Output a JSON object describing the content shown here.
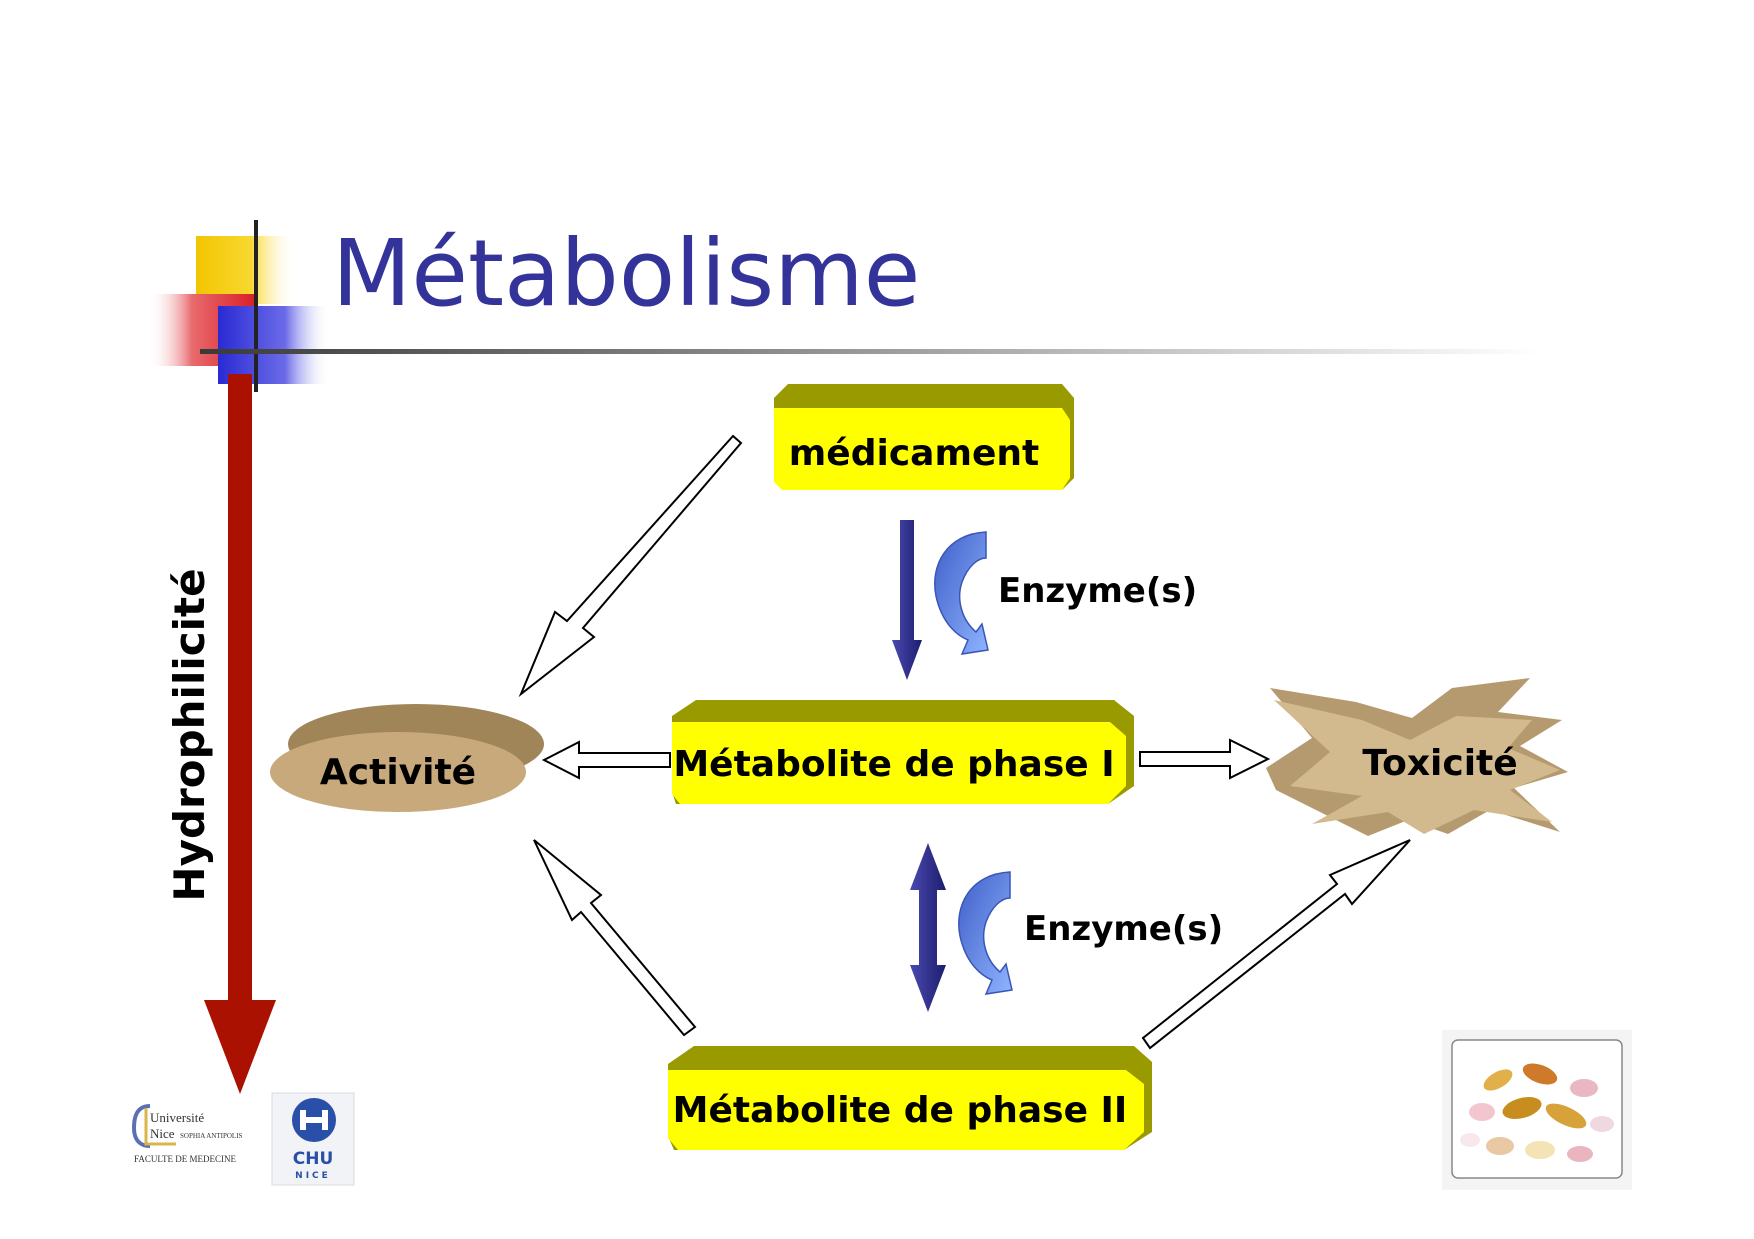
{
  "slide": {
    "title": "Métabolisme",
    "axis_label": "Hydrophilicité"
  },
  "nodes": {
    "drug": "médicament",
    "phase1": "Métabolite de phase I",
    "phase2": "Métabolite de phase II",
    "activity": "Activité",
    "toxicity": "Toxicité"
  },
  "enzymes": {
    "top": "Enzyme(s)",
    "bottom": "Enzyme(s)"
  },
  "logos": {
    "universite_line1": "Université",
    "universite_line2": "Nice",
    "universite_sub": "SOPHIA ANTIPOLIS",
    "faculte": "FACULTE DE MEDECINE",
    "chu": "CHU",
    "chu_city": "NICE"
  },
  "colors": {
    "title": "#333399",
    "box_yellow": "#ffff00",
    "box_olive": "#999900",
    "axis_red": "#aa1100",
    "arrow_navy": "#2a2a8c",
    "curl_blue": "#6f8fe0",
    "tan": "#c8a97c"
  }
}
